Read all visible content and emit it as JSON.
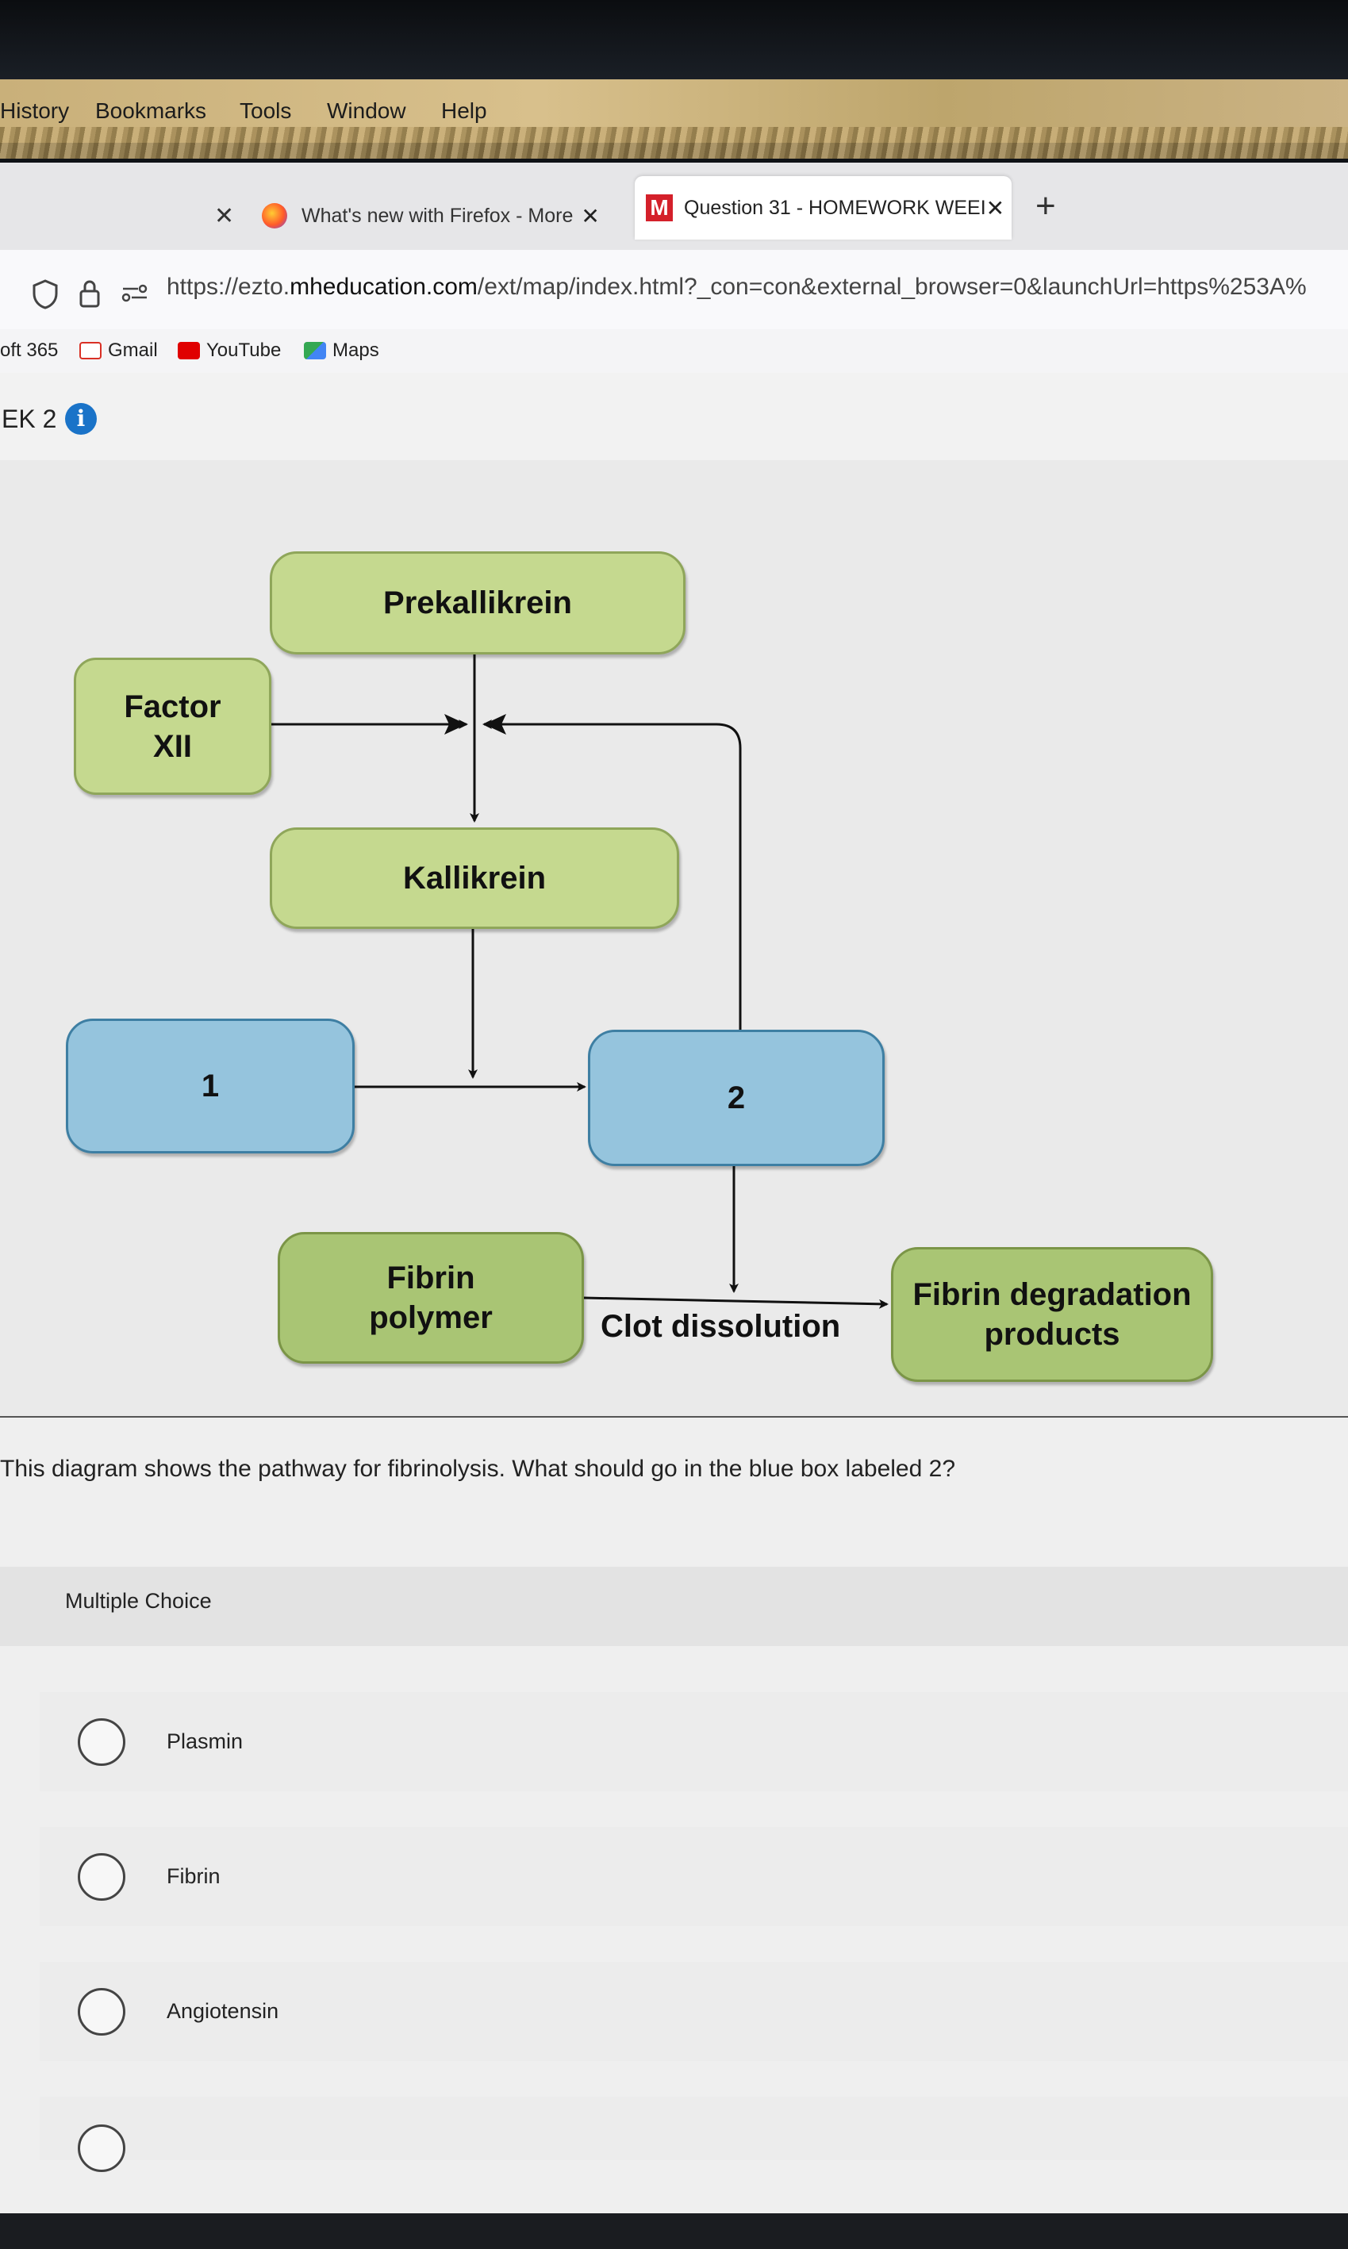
{
  "menubar": {
    "items": [
      "History",
      "Bookmarks",
      "Tools",
      "Window",
      "Help"
    ]
  },
  "tabs": [
    {
      "label": "What's new with Firefox - More",
      "close": "✕"
    },
    {
      "label": "Question 31 - HOMEWORK WEEI",
      "close": "✕",
      "favicon": "M"
    }
  ],
  "tabbar": {
    "first_close": "✕",
    "new_tab": "+"
  },
  "urlbar": {
    "prefix": "https://ezto.",
    "host": "mheducation.com",
    "path": "/ext/map/index.html?_con=con&external_browser=0&launchUrl=https%253A%"
  },
  "bookmarks": [
    {
      "label": "oft 365",
      "color": "#ffffff"
    },
    {
      "label": "Gmail",
      "color": "#d93025"
    },
    {
      "label": "YouTube",
      "color": "#e00000"
    },
    {
      "label": "Maps",
      "color": "#34a853"
    }
  ],
  "header": {
    "title": "EK 2",
    "info_icon": "i"
  },
  "diagram": {
    "prekallikrein": "Prekallikrein",
    "factor_xii": "Factor XII",
    "kallikrein": "Kallikrein",
    "box1": "1",
    "box2": "2",
    "fibrin_polymer": "Fibrin polymer",
    "clot_dissolution": "Clot dissolution",
    "fdp": "Fibrin degradation products"
  },
  "question": {
    "text": "This diagram shows the pathway for fibrinolysis. What should go in the blue box labeled 2?"
  },
  "multiple_choice": {
    "label": "Multiple Choice",
    "options": [
      "Plasmin",
      "Fibrin",
      "Angiotensin"
    ]
  },
  "colors": {
    "accent_blue": "#95c4dd",
    "green": "#c5d98f",
    "info": "#1a73c8"
  }
}
